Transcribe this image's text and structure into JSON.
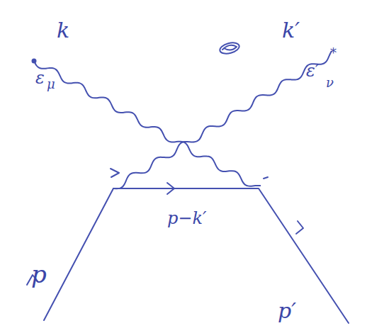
{
  "diagram": {
    "labels": [
      "k",
      "ε",
      "μ",
      "k′",
      "ε′",
      "*",
      "ν",
      "p",
      "p−k′",
      "p′"
    ]
  }
}
